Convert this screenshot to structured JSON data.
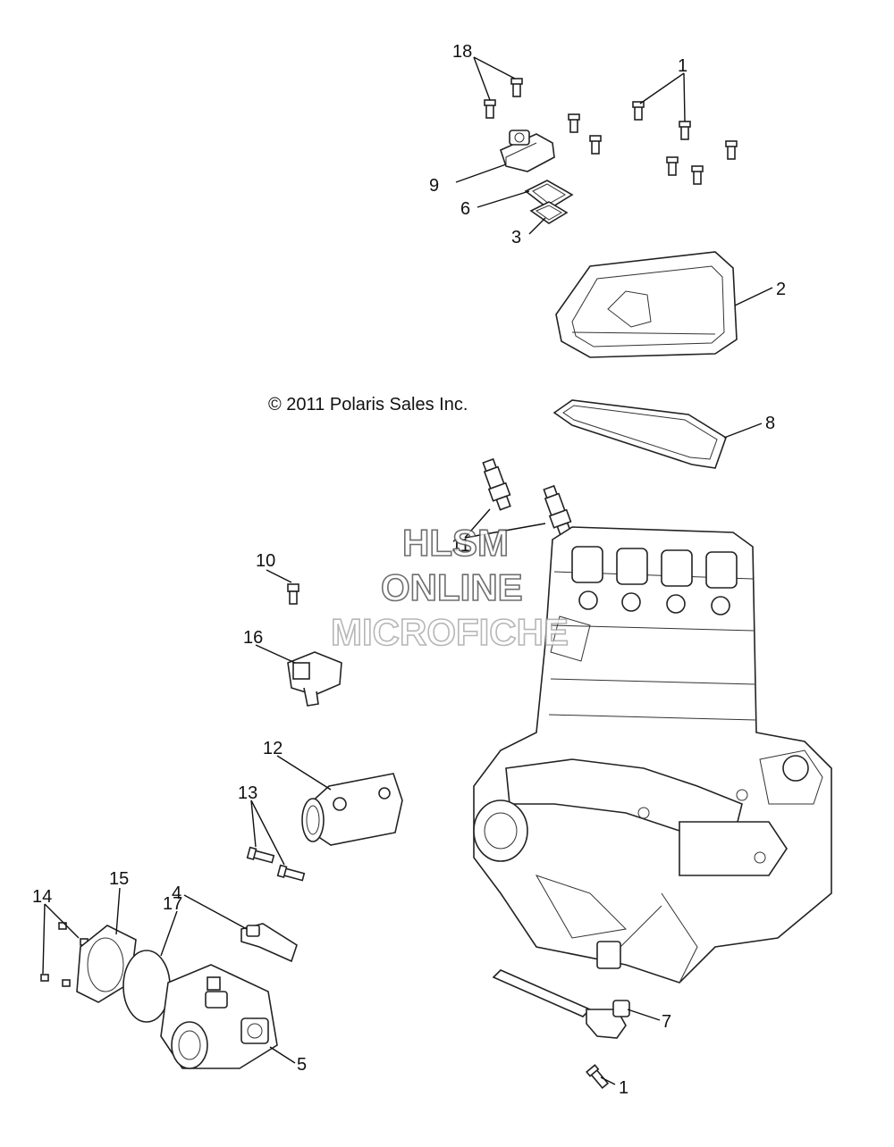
{
  "copyright": "© 2011 Polaris Sales Inc.",
  "watermark": {
    "line1": "HLSM",
    "line2": "ONLINE",
    "line3": "MICROFICHE"
  },
  "callouts": [
    {
      "id": "c18",
      "label": "18"
    },
    {
      "id": "c1a",
      "label": "1"
    },
    {
      "id": "c9",
      "label": "9"
    },
    {
      "id": "c6",
      "label": "6"
    },
    {
      "id": "c3",
      "label": "3"
    },
    {
      "id": "c2",
      "label": "2"
    },
    {
      "id": "c8",
      "label": "8"
    },
    {
      "id": "c11",
      "label": "11"
    },
    {
      "id": "c10",
      "label": "10"
    },
    {
      "id": "c16",
      "label": "16"
    },
    {
      "id": "c12",
      "label": "12"
    },
    {
      "id": "c13",
      "label": "13"
    },
    {
      "id": "c14",
      "label": "14"
    },
    {
      "id": "c15",
      "label": "15"
    },
    {
      "id": "c4",
      "label": "4"
    },
    {
      "id": "c17",
      "label": "17"
    },
    {
      "id": "c7",
      "label": "7"
    },
    {
      "id": "c5",
      "label": "5"
    },
    {
      "id": "c1b",
      "label": "1"
    }
  ]
}
